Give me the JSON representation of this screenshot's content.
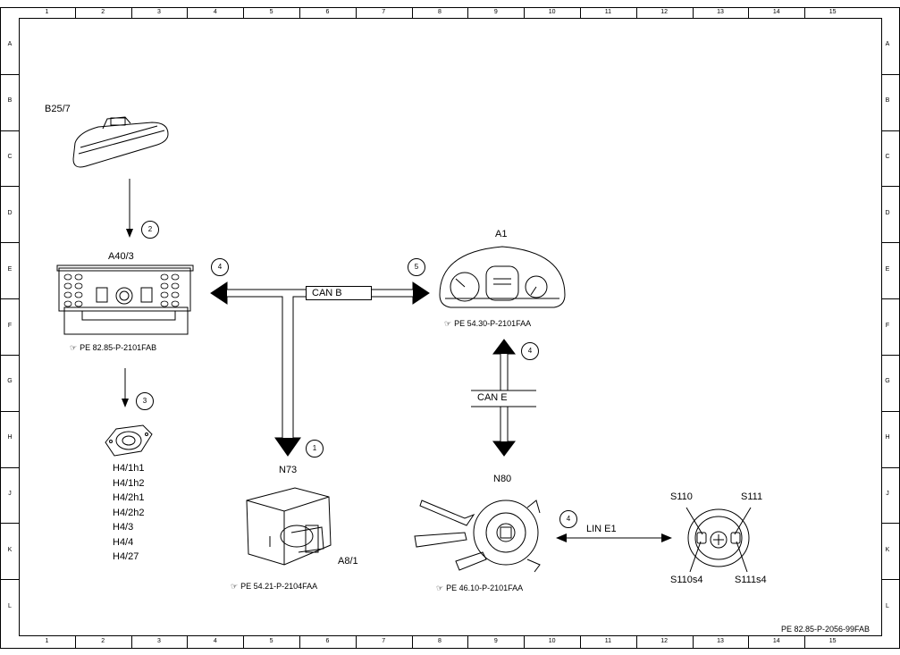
{
  "frame": {
    "columns": [
      "1",
      "2",
      "3",
      "4",
      "5",
      "6",
      "7",
      "8",
      "9",
      "10",
      "11",
      "12",
      "13",
      "14",
      "15"
    ],
    "rows": [
      "A",
      "B",
      "C",
      "D",
      "E",
      "F",
      "G",
      "H",
      "J",
      "K",
      "L"
    ]
  },
  "components": {
    "b25_7": {
      "label": "B25/7"
    },
    "a40_3": {
      "label": "A40/3",
      "ref": "PE 82.85-P-2101FAB"
    },
    "h4": {
      "items": [
        "H4/1h1",
        "H4/1h2",
        "H4/2h1",
        "H4/2h2",
        "H4/3",
        "H4/4",
        "H4/27"
      ]
    },
    "n73": {
      "label": "N73",
      "sub_label": "A8/1",
      "ref": "PE 54.21-P-2104FAA"
    },
    "a1": {
      "label": "A1",
      "ref": "PE 54.30-P-2101FAA"
    },
    "n80": {
      "label": "N80",
      "ref": "PE 46.10-P-2101FAA"
    },
    "steering": {
      "s110": "S110",
      "s111": "S111",
      "s110s4": "S110s4",
      "s111s4": "S111s4"
    }
  },
  "buses": {
    "can_b": "CAN B",
    "can_e": "CAN E",
    "lin_e1": "LIN E1"
  },
  "connections": [
    {
      "id": "c1",
      "number": "1"
    },
    {
      "id": "c2",
      "number": "2"
    },
    {
      "id": "c3",
      "number": "3"
    },
    {
      "id": "c4a",
      "number": "4"
    },
    {
      "id": "c4b",
      "number": "4"
    },
    {
      "id": "c4c",
      "number": "4"
    },
    {
      "id": "c5",
      "number": "5"
    }
  ],
  "footer": {
    "doc_ref": "PE 82.85-P-2056-99FAB"
  }
}
